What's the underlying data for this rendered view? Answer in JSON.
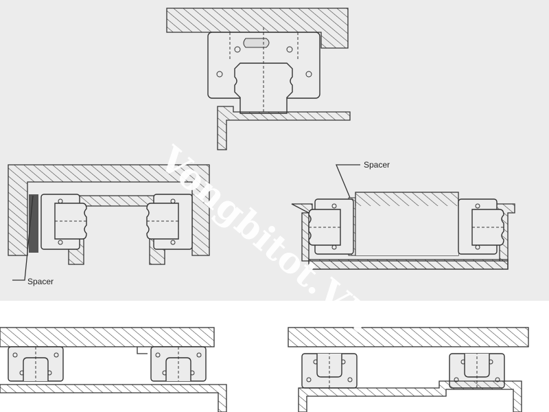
{
  "labels": {
    "spacer_left": "Spacer",
    "spacer_right": "Spacer"
  },
  "watermark": "Vongbitot.VN",
  "colors": {
    "upper_background": "#ececec",
    "lower_background": "#ffffff",
    "line": "#333333"
  }
}
